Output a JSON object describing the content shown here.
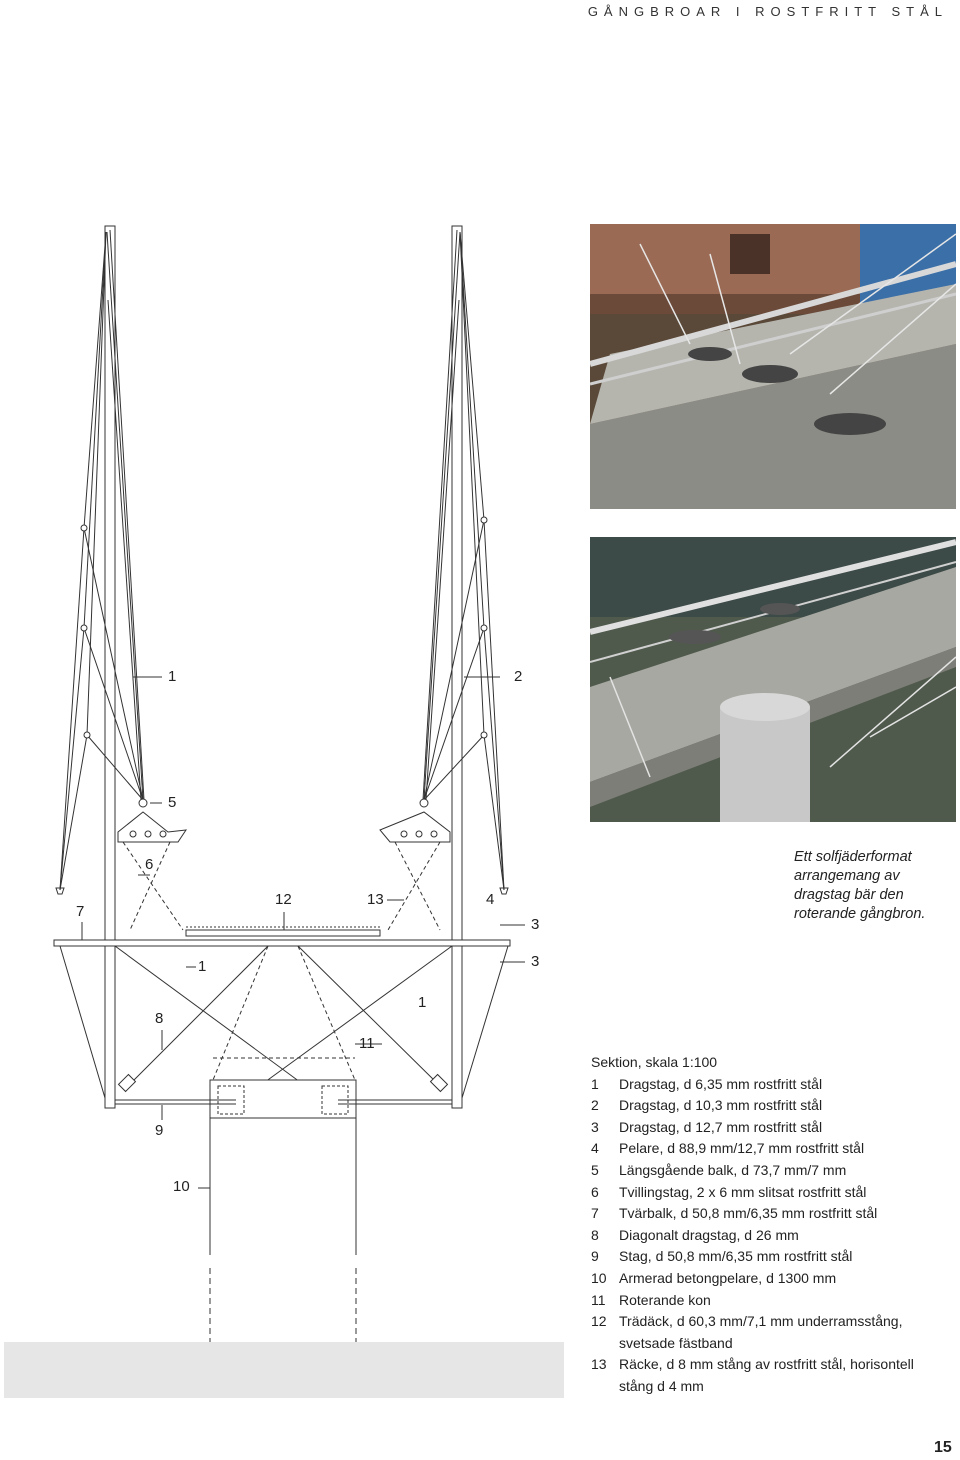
{
  "header": "GÅNGBROAR I ROSTFRITT STÅL",
  "drawing_labels": [
    "1",
    "2",
    "5",
    "6",
    "7",
    "12",
    "13",
    "4",
    "3",
    "3",
    "1",
    "1",
    "8",
    "11",
    "9",
    "10"
  ],
  "caption": "Ett solfjäderformat arrangemang av dragstag bär den roterande gångbron.",
  "legend": {
    "title": "Sektion, skala 1:100",
    "items": [
      {
        "num": "1",
        "text": "Dragstag, d 6,35 mm rostfritt stål"
      },
      {
        "num": "2",
        "text": "Dragstag, d 10,3 mm rostfritt stål"
      },
      {
        "num": "3",
        "text": "Dragstag, d 12,7 mm rostfritt stål"
      },
      {
        "num": "4",
        "text": "Pelare, d 88,9 mm/12,7 mm rostfritt stål"
      },
      {
        "num": "5",
        "text": "Längsgående balk, d 73,7 mm/7 mm"
      },
      {
        "num": "6",
        "text": "Tvillingstag, 2 x 6 mm slitsat rostfritt stål"
      },
      {
        "num": "7",
        "text": "Tvärbalk, d 50,8 mm/6,35 mm rostfritt stål"
      },
      {
        "num": "8",
        "text": "Diagonalt dragstag, d 26 mm"
      },
      {
        "num": "9",
        "text": "Stag, d 50,8 mm/6,35 mm rostfritt stål"
      },
      {
        "num": "10",
        "text": "Armerad betongpelare, d 1300 mm"
      },
      {
        "num": "11",
        "text": "Roterande kon"
      },
      {
        "num": "12",
        "text": "Trädäck, d 60,3 mm/7,1 mm underramsstång, svetsade fästband"
      },
      {
        "num": "13",
        "text": "Räcke, d 8 mm stång av rostfritt stål, horisontell stång d 4 mm"
      }
    ]
  },
  "page_number": "15"
}
